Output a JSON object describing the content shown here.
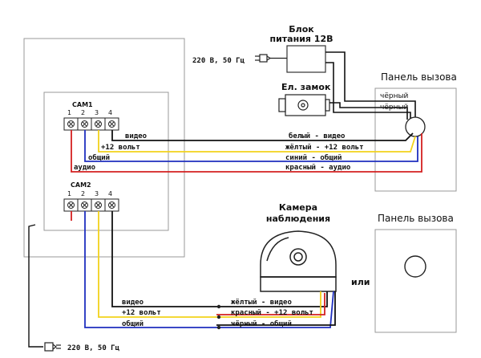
{
  "power_supply": {
    "title_line1": "Блок",
    "title_line2": "питания 12В"
  },
  "mains_top": {
    "label": "220 В, 50 Гц"
  },
  "mains_bottom": {
    "label": "220 В, 50 Гц"
  },
  "lock": {
    "label": "Ел. замок"
  },
  "call_panel_1": {
    "title": "Панель вызова",
    "wire_black_1": "чёрный",
    "wire_black_2": "чёрный"
  },
  "call_panel_2": {
    "title": "Панель вызова"
  },
  "or_label": "или",
  "camera": {
    "title_line1": "Камера",
    "title_line2": "наблюдения"
  },
  "cam1": {
    "label": "CAM1",
    "pins": [
      "1",
      "2",
      "3",
      "4"
    ],
    "wire_video": "видео",
    "wire_12v": "+12 вольт",
    "wire_common": "общий",
    "wire_audio": "аудио",
    "panel_white": "белый  - видео",
    "panel_yellow": "жёлтый - +12 вольт",
    "panel_blue": "синий - общий",
    "panel_red": "красный - аудио"
  },
  "cam2": {
    "label": "CAM2",
    "pins": [
      "1",
      "2",
      "3",
      "4"
    ],
    "wire_video": "видео",
    "wire_12v": "+12 вольт",
    "wire_common": "общий",
    "camera_yellow": "жёлтый - видео",
    "camera_red": "красный - +12 вольт",
    "camera_black": "чёрный - общий"
  },
  "colors": {
    "black": "#111111",
    "red": "#d42020",
    "blue": "#1f2fbf",
    "yellow": "#f2d21b",
    "line": "#333333"
  }
}
